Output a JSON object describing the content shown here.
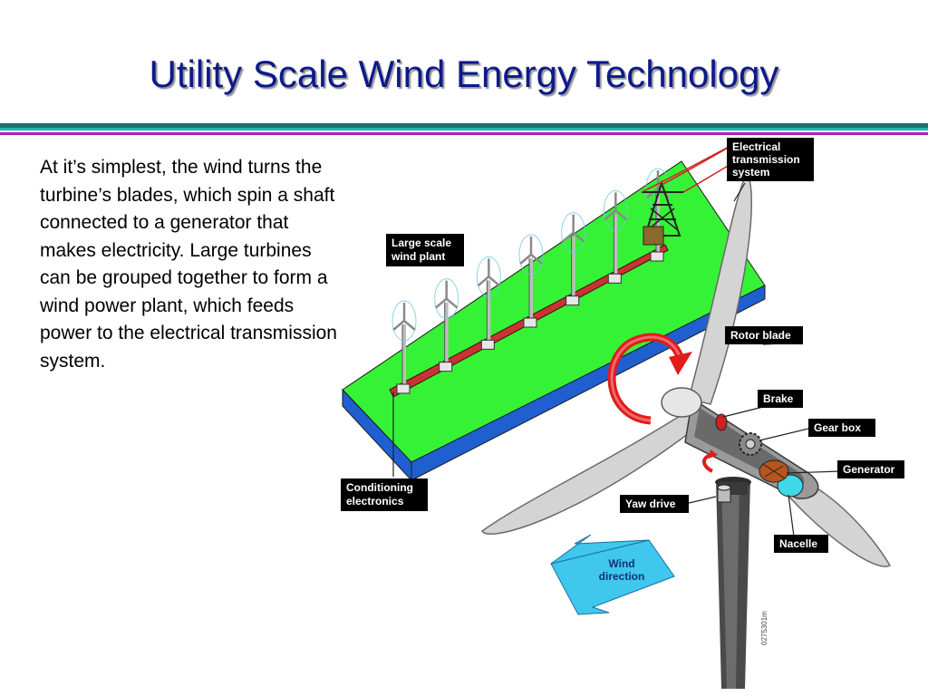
{
  "slide": {
    "title": "Utility Scale Wind Energy Technology",
    "body": "At it’s simplest, the wind turns the turbine’s blades, which spin a shaft connected to a generator that makes electricity.  Large turbines can be grouped together to form a wind power plant, which feeds power to the electrical transmission system."
  },
  "diagram": {
    "labels": {
      "transmission": [
        "Electrical",
        "transmission",
        "system"
      ],
      "plant": [
        "Large scale",
        "wind plant"
      ],
      "rotor": "Rotor blade",
      "brake": "Brake",
      "gearbox": "Gear box",
      "generator": "Generator",
      "conditioning": [
        "Conditioning",
        "electronics"
      ],
      "yaw": "Yaw drive",
      "nacelle": "Nacelle"
    },
    "wind": [
      "Wind",
      "direction"
    ],
    "figure_code": "0275301m"
  },
  "colors": {
    "title": "#0c1a8a",
    "plateau_top": "#36f236",
    "plateau_side": "#1f5fd0",
    "wind_arrow": "#3fc7ee",
    "rotation_arrow": "#e21b1b",
    "label_bg": "#000000"
  }
}
